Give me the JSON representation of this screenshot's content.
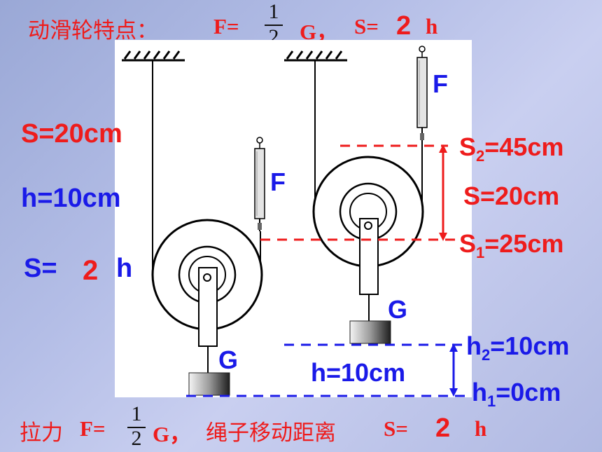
{
  "top_title": {
    "prefix": "动滑轮特点：",
    "f_eq": "F=",
    "frac_num": "1",
    "frac_den": "2",
    "g_comma": "G，",
    "s_eq": "S=",
    "two": "2",
    "h": "h"
  },
  "bottom_title": {
    "prefix": "拉力",
    "f_eq": "F=",
    "frac_num": "1",
    "frac_den": "2",
    "g_comma": "G，",
    "middle": "绳子移动距离",
    "s_eq": "S=",
    "two": "2",
    "h": "h"
  },
  "left_labels": {
    "s": "S=20cm",
    "h": "h=10cm",
    "formula_s": "S=",
    "formula_two": "2",
    "formula_h": "h"
  },
  "diagram": {
    "f_left": "F",
    "f_right": "F",
    "g_left": "G",
    "g_right": "G",
    "s2_label": "S",
    "s2_sub": "2",
    "s2_value": "=45cm",
    "s_mid": "S=20cm",
    "s1_label": "S",
    "s1_sub": "1",
    "s1_value": "=25cm",
    "h2_label": "h",
    "h2_sub": "2",
    "h2_value": "=10cm",
    "h_mid": "h=10cm",
    "h1_label": "h",
    "h1_sub": "1",
    "h1_value": "=0cm"
  },
  "colors": {
    "red": "#ee1c1c",
    "blue": "#1a1ae8"
  }
}
